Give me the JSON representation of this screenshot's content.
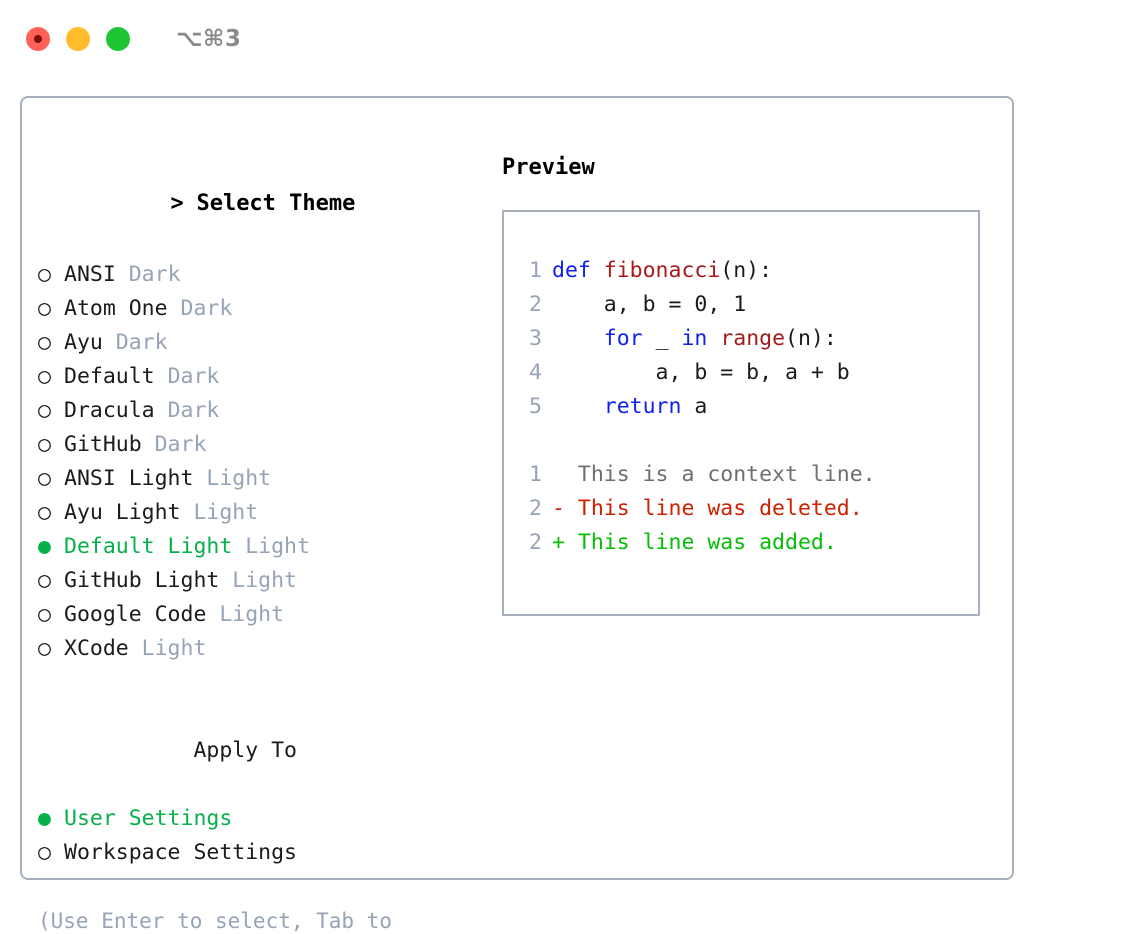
{
  "window": {
    "title": "⌥⌘3",
    "traffic_lights": [
      {
        "name": "close-button",
        "color": "#ff6159"
      },
      {
        "name": "minimize-button",
        "color": "#ffbd2e"
      },
      {
        "name": "maximize-button",
        "color": "#1ec633"
      }
    ]
  },
  "theme_panel": {
    "heading_prefix": "> ",
    "heading": "Select Theme",
    "markers": {
      "unselected": "○",
      "selected": "●"
    },
    "items": [
      {
        "name": "ANSI",
        "category": "Dark",
        "selected": false
      },
      {
        "name": "Atom One",
        "category": "Dark",
        "selected": false
      },
      {
        "name": "Ayu",
        "category": "Dark",
        "selected": false
      },
      {
        "name": "Default",
        "category": "Dark",
        "selected": false
      },
      {
        "name": "Dracula",
        "category": "Dark",
        "selected": false
      },
      {
        "name": "GitHub",
        "category": "Dark",
        "selected": false
      },
      {
        "name": "ANSI Light",
        "category": "Light",
        "selected": false
      },
      {
        "name": "Ayu Light",
        "category": "Light",
        "selected": false
      },
      {
        "name": "Default Light",
        "category": "Light",
        "selected": true
      },
      {
        "name": "GitHub Light",
        "category": "Light",
        "selected": false
      },
      {
        "name": "Google Code",
        "category": "Light",
        "selected": false
      },
      {
        "name": "XCode",
        "category": "Light",
        "selected": false
      }
    ]
  },
  "apply_to": {
    "heading": "Apply To",
    "options": [
      {
        "label": "User Settings",
        "selected": true
      },
      {
        "label": "Workspace Settings",
        "selected": false
      }
    ]
  },
  "hint": "(Use Enter to select, Tab to change focus)",
  "preview": {
    "title": "Preview",
    "code_lines": [
      {
        "num": "1",
        "tokens": [
          {
            "t": "def ",
            "c": "kw"
          },
          {
            "t": "fibonacci",
            "c": "fn"
          },
          {
            "t": "(n):",
            "c": ""
          }
        ]
      },
      {
        "num": "2",
        "tokens": [
          {
            "t": "    a, b = 0, 1",
            "c": ""
          }
        ]
      },
      {
        "num": "3",
        "tokens": [
          {
            "t": "    ",
            "c": ""
          },
          {
            "t": "for",
            "c": "kw"
          },
          {
            "t": " _ ",
            "c": ""
          },
          {
            "t": "in",
            "c": "kw"
          },
          {
            "t": " ",
            "c": ""
          },
          {
            "t": "range",
            "c": "fn"
          },
          {
            "t": "(n):",
            "c": ""
          }
        ]
      },
      {
        "num": "4",
        "tokens": [
          {
            "t": "        a, b = b, a + b",
            "c": ""
          }
        ]
      },
      {
        "num": "5",
        "tokens": [
          {
            "t": "    ",
            "c": ""
          },
          {
            "t": "return",
            "c": "kw"
          },
          {
            "t": " a",
            "c": ""
          }
        ]
      }
    ],
    "diff_lines": [
      {
        "num": "1",
        "sign": " ",
        "text": " This is a context line.",
        "kind": "ctx"
      },
      {
        "num": "2",
        "sign": "-",
        "text": " This line was deleted.",
        "kind": "del"
      },
      {
        "num": "2",
        "sign": "+",
        "text": " This line was added.",
        "kind": "add"
      }
    ]
  },
  "colors": {
    "border": "#a8b0bd",
    "muted": "#97a3b6",
    "selected_green": "#06b14b",
    "keyword_blue": "#1020ee",
    "function_red": "#a61b1b",
    "diff_delete": "#cc2200",
    "diff_add": "#06be06"
  }
}
